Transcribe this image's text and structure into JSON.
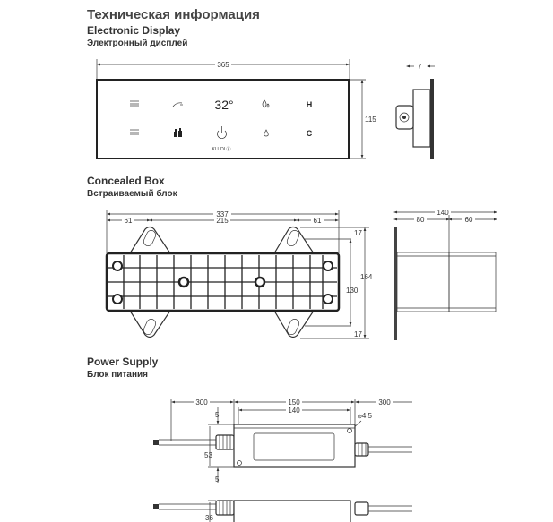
{
  "title": "Техническая информация",
  "sections": {
    "display": {
      "title": "Electronic Display",
      "subtitle": "Электронный дисплей",
      "dims": {
        "width": "365",
        "height": "115",
        "depth": "7"
      },
      "panel": {
        "temperature": "32°",
        "hot": "H",
        "cold": "C",
        "brand": "KLUDI ⓚ"
      },
      "icons": [
        "overhead-shower-icon",
        "hand-shower-icon",
        "flame-drop-icon",
        "overhead-shower-icon",
        "soap-bottles-icon",
        "power-icon",
        "water-drop-icon"
      ]
    },
    "box": {
      "title": "Concealed Box",
      "subtitle": "Встраиваемый блок",
      "dims": {
        "total": "337",
        "left": "61",
        "middle": "215",
        "right": "61",
        "height_outer": "164",
        "height_inner": "130",
        "ear_top": "17",
        "ear_bottom": "17",
        "depth": "140",
        "depth_a": "80",
        "depth_b": "60"
      }
    },
    "power": {
      "title": "Power Supply",
      "subtitle": "Блок питания",
      "dims": {
        "cable_left": "300",
        "length": "150",
        "hole_spacing": "140",
        "cable_right": "300",
        "hole": "⌀4,5",
        "top": "5",
        "width": "53",
        "bottom": "5",
        "height": "36"
      }
    }
  }
}
